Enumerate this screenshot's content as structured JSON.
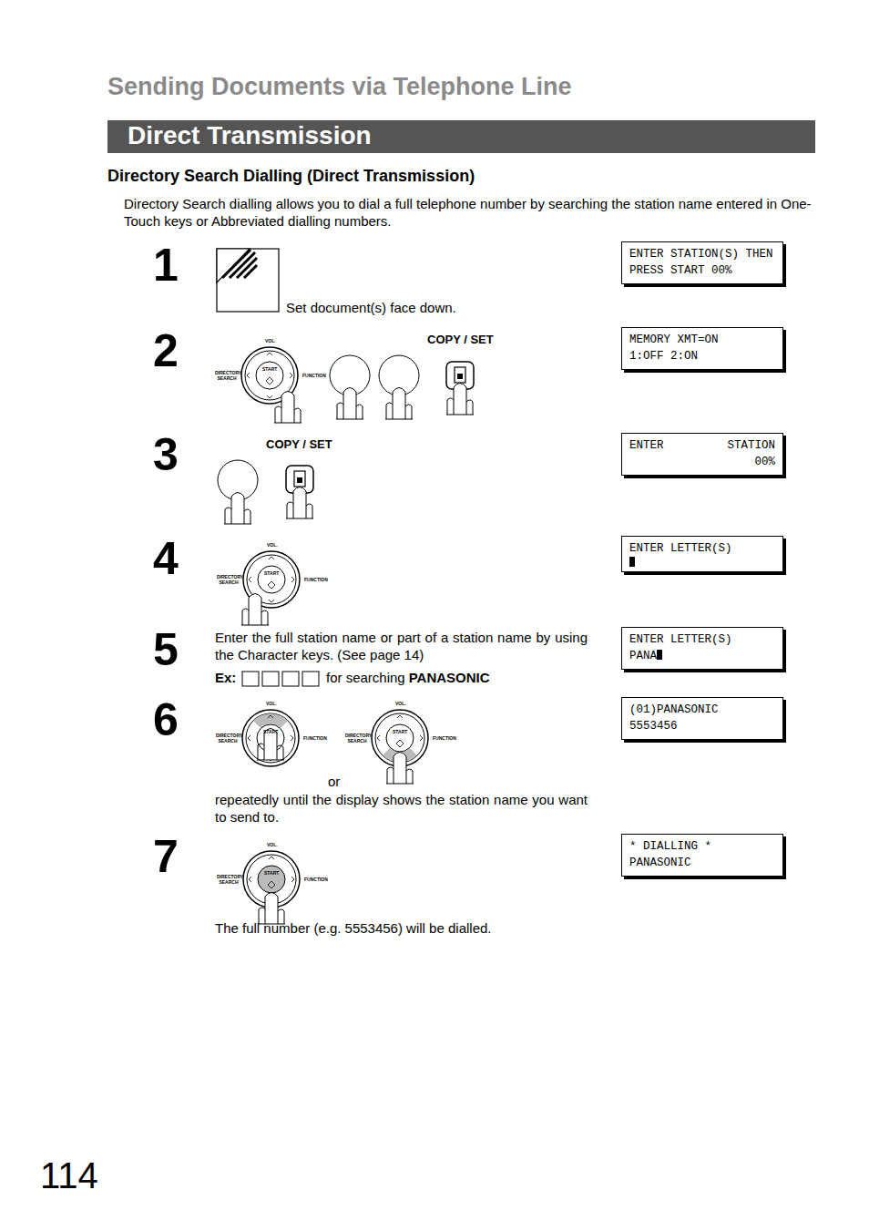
{
  "diagram": {
    "title": "Sending Documents via Telephone Line",
    "nodes": [
      {
        "text": [
          "Direct Transmission"
        ]
      },
      {
        "text": [
          "ENTER STATION(S) THEN PRESS START 00%"
        ]
      },
      {
        "text": [
          "MEMORY XMT=ON 1:OFF 2:ON"
        ]
      },
      {
        "text": [
          "ENTER STATION 00%"
        ]
      },
      {
        "text": [
          "ENTER LETTER(S)"
        ]
      },
      {
        "text": [
          "ENTER LETTER(S) PANA"
        ]
      },
      {
        "text": [
          "(01)PANASONIC 5553456"
        ]
      },
      {
        "text": [
          "* DIALLING * PANASONIC"
        ]
      }
    ],
    "labels": [
      "Directory Search Dialling (Direct Transmission)",
      "Directory Search dialling allows you to dial a full telephone number by searching the station name entered in One-Touch keys or Abbreviated dialling numbers.",
      "1",
      "Set document(s) face down.",
      "2",
      "VOL.",
      "DIRECTORY SEARCH",
      "START",
      "FUNCTION",
      "COPY / SET",
      "3",
      "COPY / SET",
      "4",
      "VOL.",
      "DIRECTORY SEARCH",
      "START",
      "FUNCTION",
      "5",
      "Enter the full station name or part of a station name by using the Character keys.  (See page 14)",
      "Ex:",
      "for searching",
      "PANASONIC",
      "6",
      "VOL.",
      "DIRECTORY SEARCH",
      "START",
      "FUNCTION",
      "VOL.",
      "DIRECTORY SEARCH",
      "START",
      "FUNCTION",
      "or",
      "repeatedly until the display shows the station name you want to send to.",
      "7",
      "VOL.",
      "DIRECTORY SEARCH",
      "START",
      "FUNCTION",
      "The full number (e.g. 5553456) will be dialled.",
      "114"
    ]
  }
}
